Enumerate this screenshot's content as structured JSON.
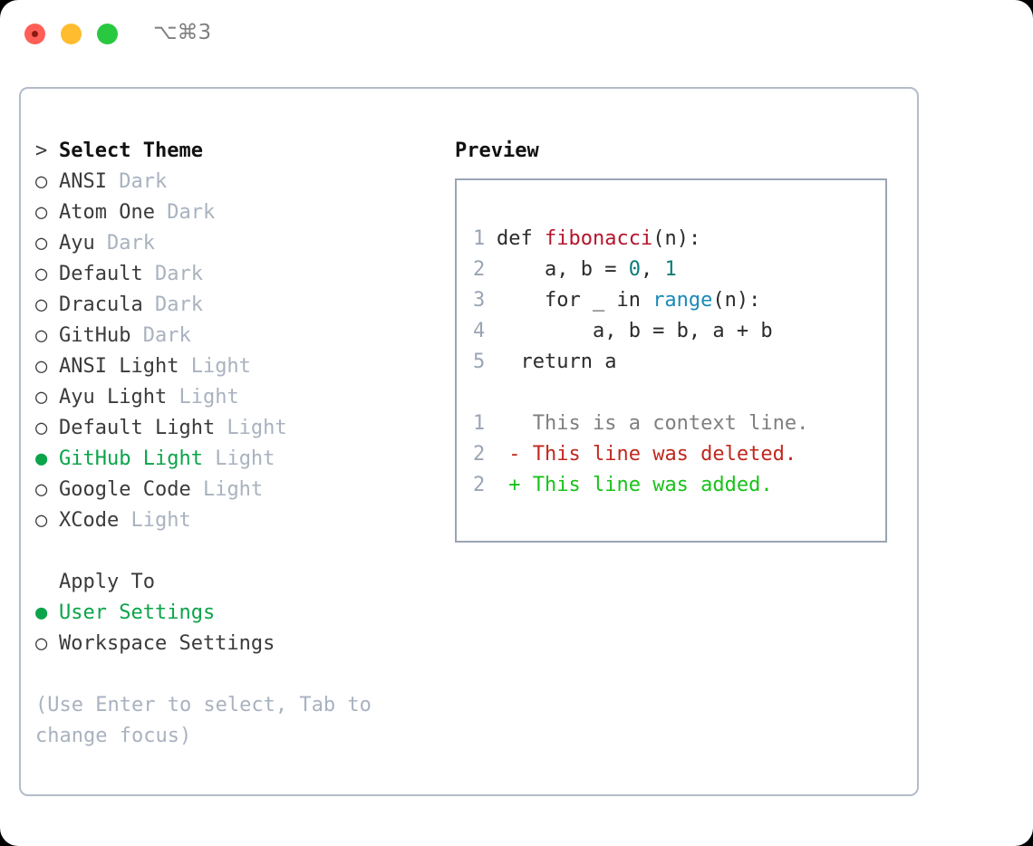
{
  "titlebar": {
    "shortcut": "⌥⌘3",
    "buttons": [
      "close",
      "minimize",
      "zoom"
    ]
  },
  "theme_picker": {
    "header_marker": ">",
    "header": "Select Theme",
    "unselected_marker": "○",
    "selected_marker": "●",
    "items": [
      {
        "name": "ANSI",
        "variant": "Dark",
        "selected": false
      },
      {
        "name": "Atom One",
        "variant": "Dark",
        "selected": false
      },
      {
        "name": "Ayu",
        "variant": "Dark",
        "selected": false
      },
      {
        "name": "Default",
        "variant": "Dark",
        "selected": false
      },
      {
        "name": "Dracula",
        "variant": "Dark",
        "selected": false
      },
      {
        "name": "GitHub",
        "variant": "Dark",
        "selected": false
      },
      {
        "name": "ANSI Light",
        "variant": "Light",
        "selected": false
      },
      {
        "name": "Ayu Light",
        "variant": "Light",
        "selected": false
      },
      {
        "name": "Default Light",
        "variant": "Light",
        "selected": false
      },
      {
        "name": "GitHub Light",
        "variant": "Light",
        "selected": true
      },
      {
        "name": "Google Code",
        "variant": "Light",
        "selected": false
      },
      {
        "name": "XCode",
        "variant": "Light",
        "selected": false
      }
    ]
  },
  "apply_to": {
    "header": "Apply To",
    "items": [
      {
        "name": "User Settings",
        "selected": true
      },
      {
        "name": "Workspace Settings",
        "selected": false
      }
    ]
  },
  "hint": "(Use Enter to select, Tab to change focus)",
  "preview": {
    "title": "Preview",
    "code_lines": [
      {
        "no": "1",
        "segments": [
          {
            "t": "def ",
            "c": "kw"
          },
          {
            "t": "fibonacci",
            "c": "fn"
          },
          {
            "t": "(n):",
            "c": "kw"
          }
        ]
      },
      {
        "no": "2",
        "segments": [
          {
            "t": "    a, b = ",
            "c": "kw"
          },
          {
            "t": "0",
            "c": "num"
          },
          {
            "t": ", ",
            "c": "kw"
          },
          {
            "t": "1",
            "c": "num"
          }
        ]
      },
      {
        "no": "3",
        "segments": [
          {
            "t": "    for _ in ",
            "c": "kw"
          },
          {
            "t": "range",
            "c": "bi"
          },
          {
            "t": "(n):",
            "c": "kw"
          }
        ]
      },
      {
        "no": "4",
        "segments": [
          {
            "t": "        a, b = b, a + b",
            "c": "kw"
          }
        ]
      },
      {
        "no": "5",
        "segments": [
          {
            "t": "  return a",
            "c": "kw"
          }
        ]
      }
    ],
    "diff_lines": [
      {
        "no": "1",
        "sign": " ",
        "text": " This is a context line.",
        "kind": "context"
      },
      {
        "no": "2",
        "sign": "-",
        "text": " This line was deleted.",
        "kind": "deleted"
      },
      {
        "no": "2",
        "sign": "+",
        "text": " This line was added.",
        "kind": "added"
      }
    ]
  },
  "colors": {
    "accent_green": "#0ba44a",
    "muted": "#a9b2bf",
    "border": "#b3bcc9",
    "preview_border": "#9aa5b4",
    "fn_red": "#b3152b",
    "num_teal": "#0b7c77",
    "builtin_blue": "#1a8ab8",
    "diff_deleted": "#c0281e",
    "diff_added": "#19c219",
    "diff_context": "#7f7f7f"
  }
}
